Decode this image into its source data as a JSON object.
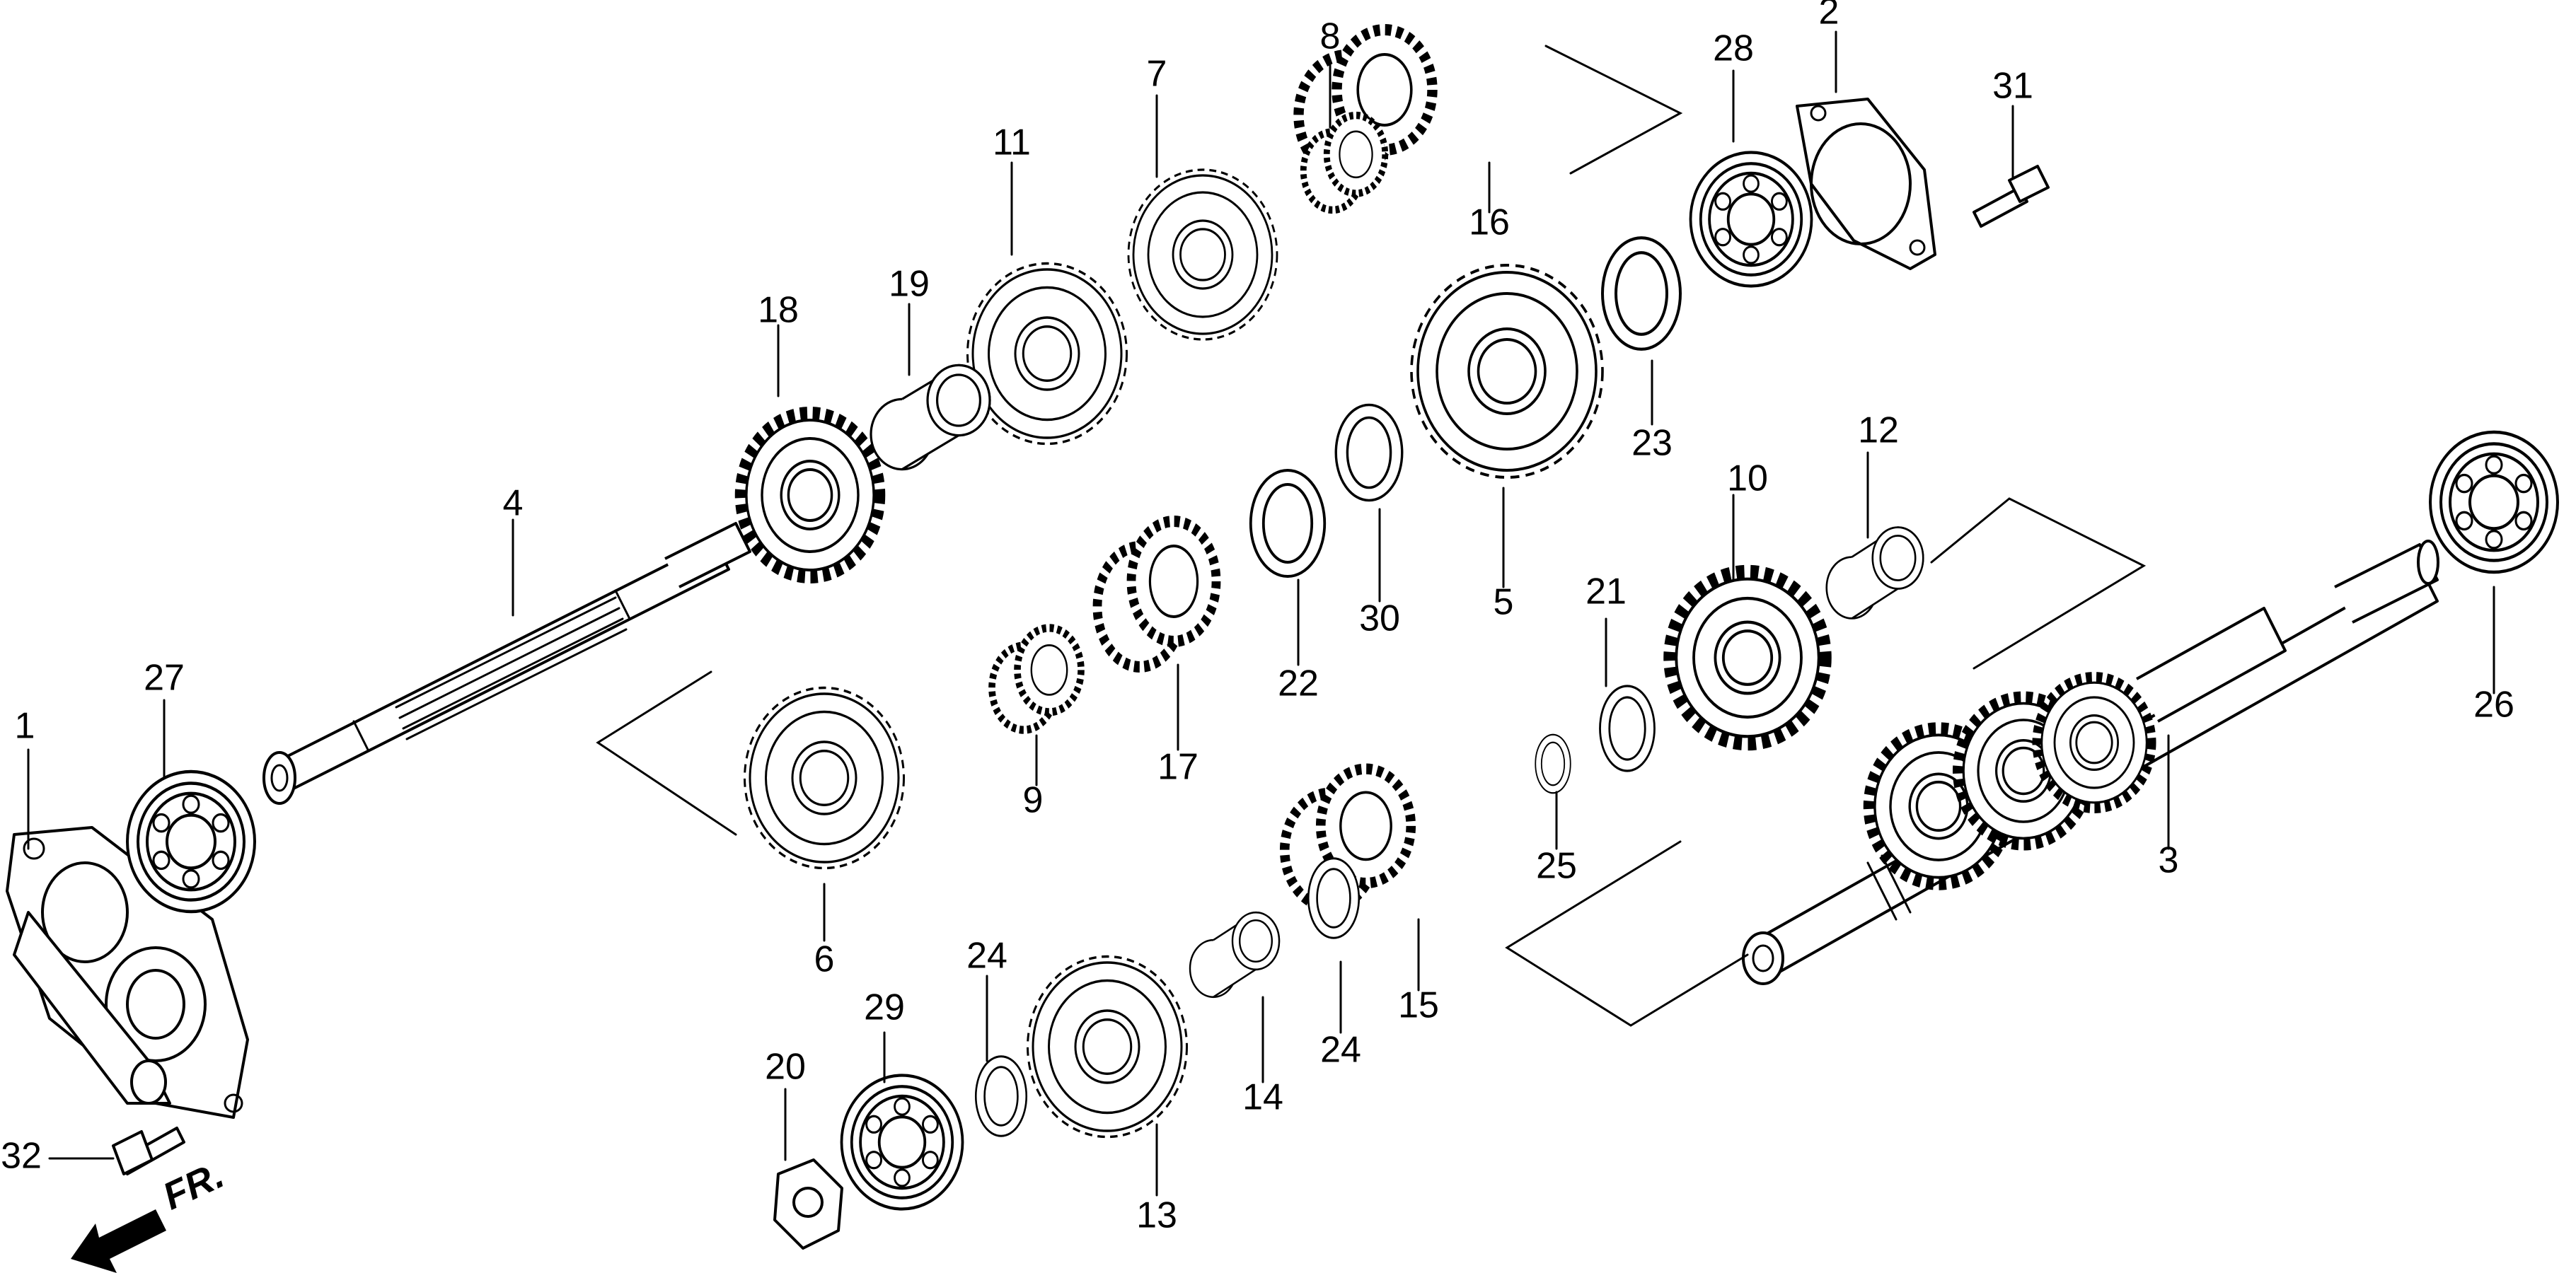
{
  "callouts": [
    {
      "num": "1",
      "name": "1"
    },
    {
      "num": "2",
      "name": "2"
    },
    {
      "num": "3",
      "name": "3"
    },
    {
      "num": "4",
      "name": "4"
    },
    {
      "num": "5",
      "name": "5"
    },
    {
      "num": "6",
      "name": "6"
    },
    {
      "num": "7",
      "name": "7"
    },
    {
      "num": "8",
      "name": "8"
    },
    {
      "num": "9",
      "name": "9"
    },
    {
      "num": "10",
      "name": "10"
    },
    {
      "num": "11",
      "name": "11"
    },
    {
      "num": "12",
      "name": "12"
    },
    {
      "num": "13",
      "name": "13"
    },
    {
      "num": "14",
      "name": "14"
    },
    {
      "num": "15",
      "name": "15"
    },
    {
      "num": "16",
      "name": "16"
    },
    {
      "num": "17",
      "name": "17"
    },
    {
      "num": "18",
      "name": "18"
    },
    {
      "num": "19",
      "name": "19"
    },
    {
      "num": "20",
      "name": "20"
    },
    {
      "num": "21",
      "name": "21"
    },
    {
      "num": "22",
      "name": "22"
    },
    {
      "num": "23",
      "name": "23"
    },
    {
      "num": "24a",
      "name": "24"
    },
    {
      "num": "24b",
      "name": "24"
    },
    {
      "num": "25",
      "name": "25"
    },
    {
      "num": "26",
      "name": "26"
    },
    {
      "num": "27",
      "name": "27"
    },
    {
      "num": "28",
      "name": "28"
    },
    {
      "num": "29",
      "name": "29"
    },
    {
      "num": "30",
      "name": "30"
    },
    {
      "num": "31",
      "name": "31"
    },
    {
      "num": "32",
      "name": "32"
    }
  ],
  "front_marker": {
    "label": "FR."
  }
}
